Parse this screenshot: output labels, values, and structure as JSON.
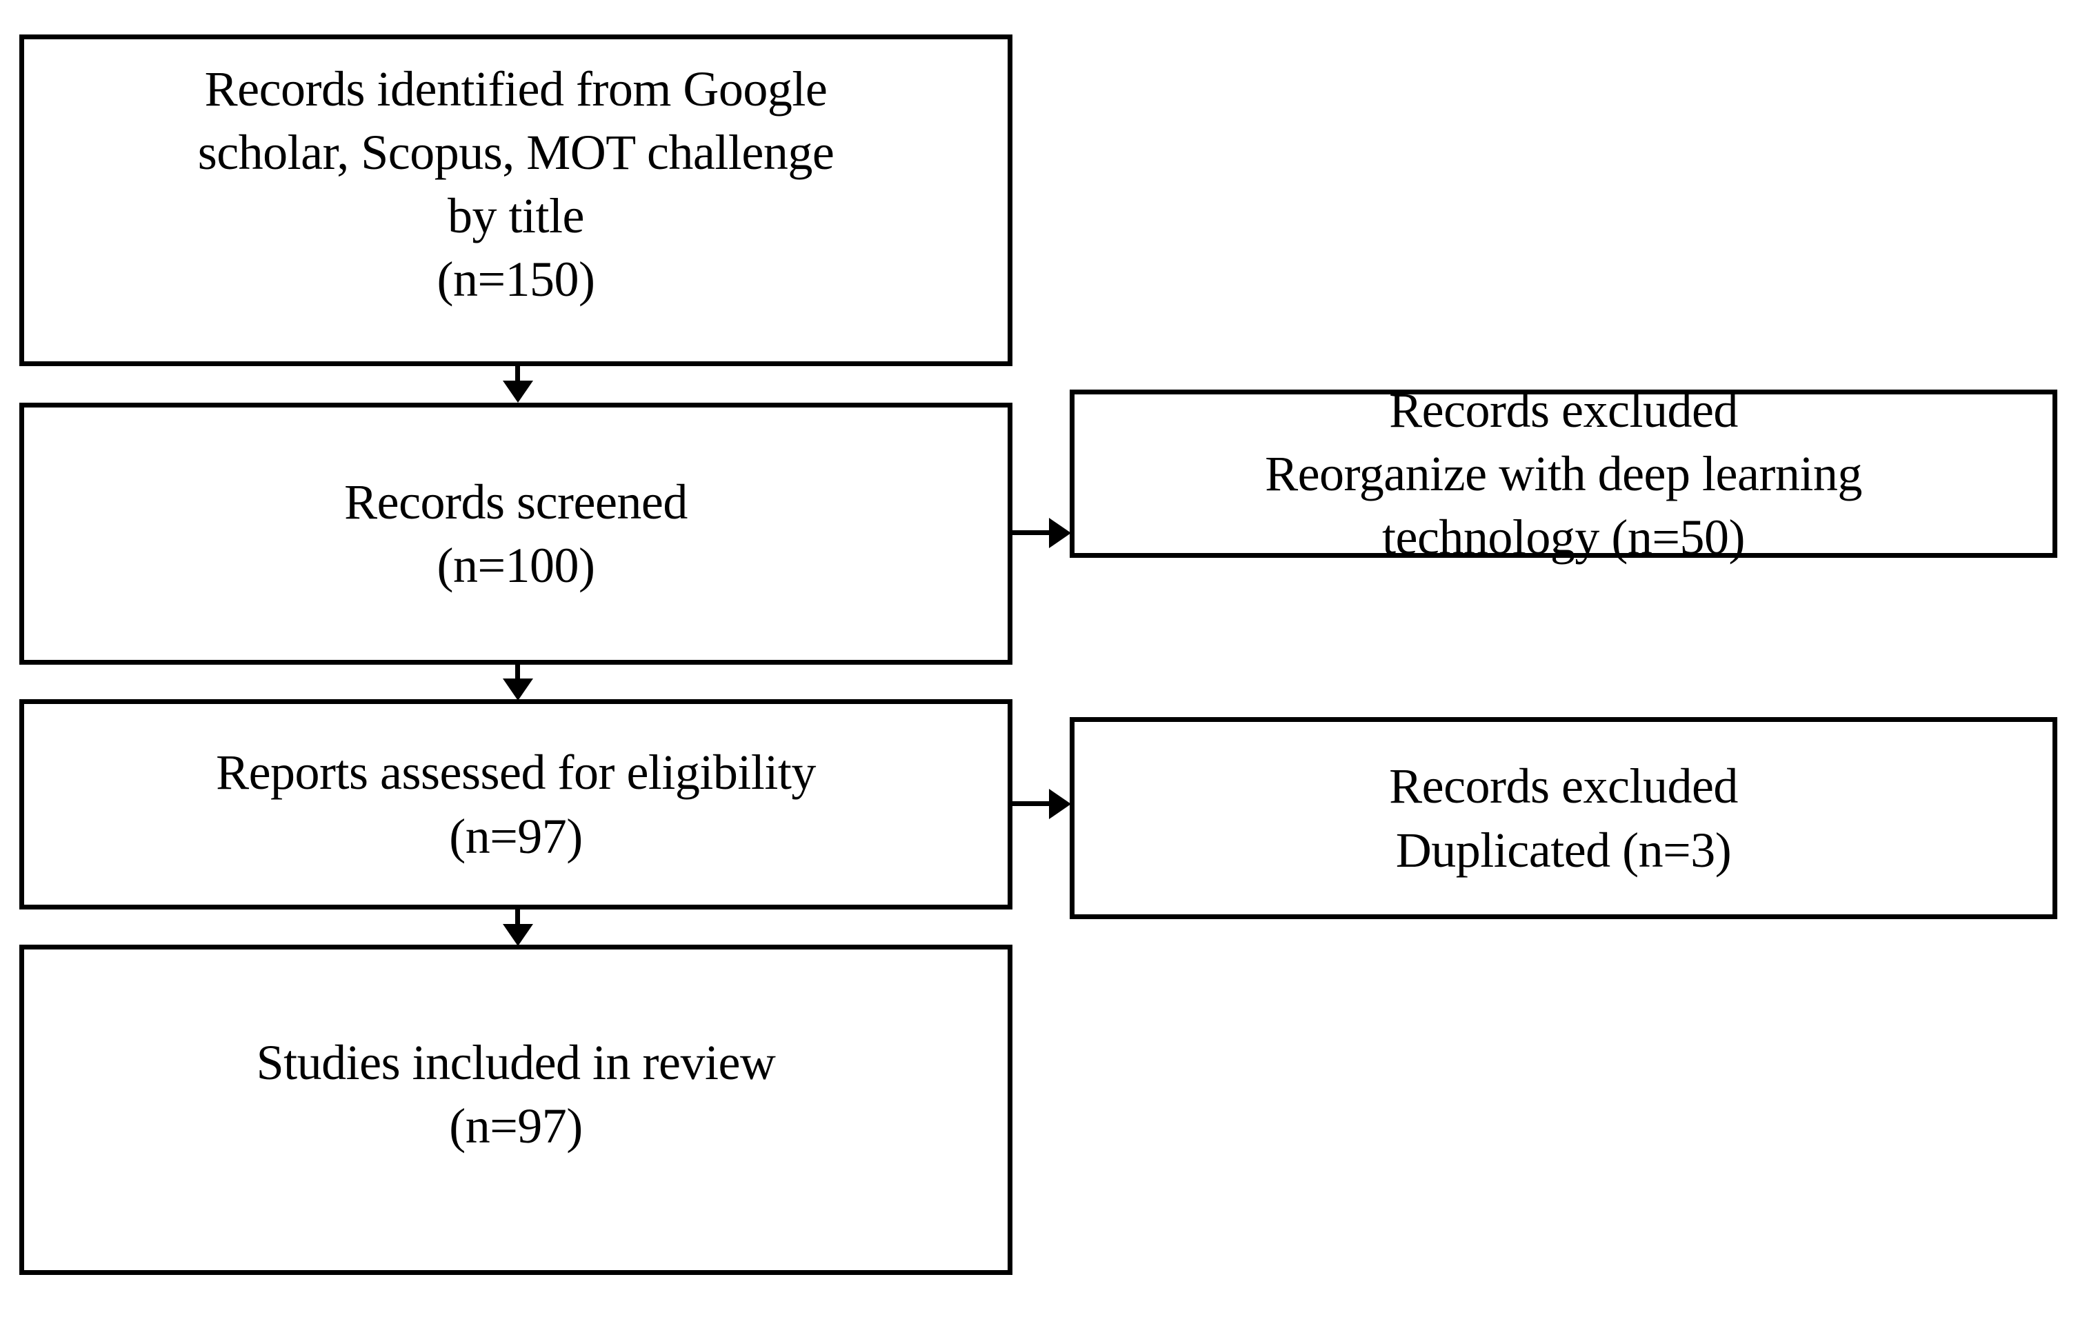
{
  "diagram": {
    "type": "prisma-flow-diagram",
    "title": "",
    "stroke_color": "#000000",
    "background_color": "#ffffff",
    "boxes": [
      {
        "id": "identification",
        "name": "records-identified",
        "column": "left",
        "lines": [
          "Records identified from Google",
          "scholar, Scopus, MOT challenge",
          "by title",
          "(n=150)"
        ],
        "count": 150
      },
      {
        "id": "screened",
        "name": "records-screened",
        "column": "left",
        "lines": [
          "Records screened",
          "(n=100)"
        ],
        "count": 100
      },
      {
        "id": "eligibility",
        "name": "reports-assessed-for-eligibility",
        "column": "left",
        "lines": [
          "Reports assessed for eligibility",
          "(n=97)"
        ],
        "count": 97
      },
      {
        "id": "included",
        "name": "studies-included-in-review",
        "column": "left",
        "lines": [
          "Studies included in review",
          "(n=97)"
        ],
        "count": 97
      },
      {
        "id": "excluded-tech",
        "name": "records-excluded-reorganize",
        "column": "right",
        "lines": [
          "Records excluded",
          "Reorganize with deep learning",
          "technology (n=50)"
        ],
        "count": 50
      },
      {
        "id": "excluded-dup",
        "name": "records-excluded-duplicated",
        "column": "right",
        "lines": [
          "Records excluded",
          "Duplicated (n=3)"
        ],
        "count": 3
      }
    ],
    "connectors": [
      {
        "id": "identification-to-screened",
        "from": "identification",
        "to": "screened",
        "direction": "down"
      },
      {
        "id": "screened-to-eligibility",
        "from": "screened",
        "to": "eligibility",
        "direction": "down"
      },
      {
        "id": "eligibility-to-included",
        "from": "eligibility",
        "to": "included",
        "direction": "down"
      },
      {
        "id": "screened-to-excluded-tech",
        "from": "screened",
        "to": "excluded-tech",
        "direction": "right"
      },
      {
        "id": "eligibility-to-excluded-dup",
        "from": "eligibility",
        "to": "excluded-dup",
        "direction": "right"
      }
    ]
  }
}
